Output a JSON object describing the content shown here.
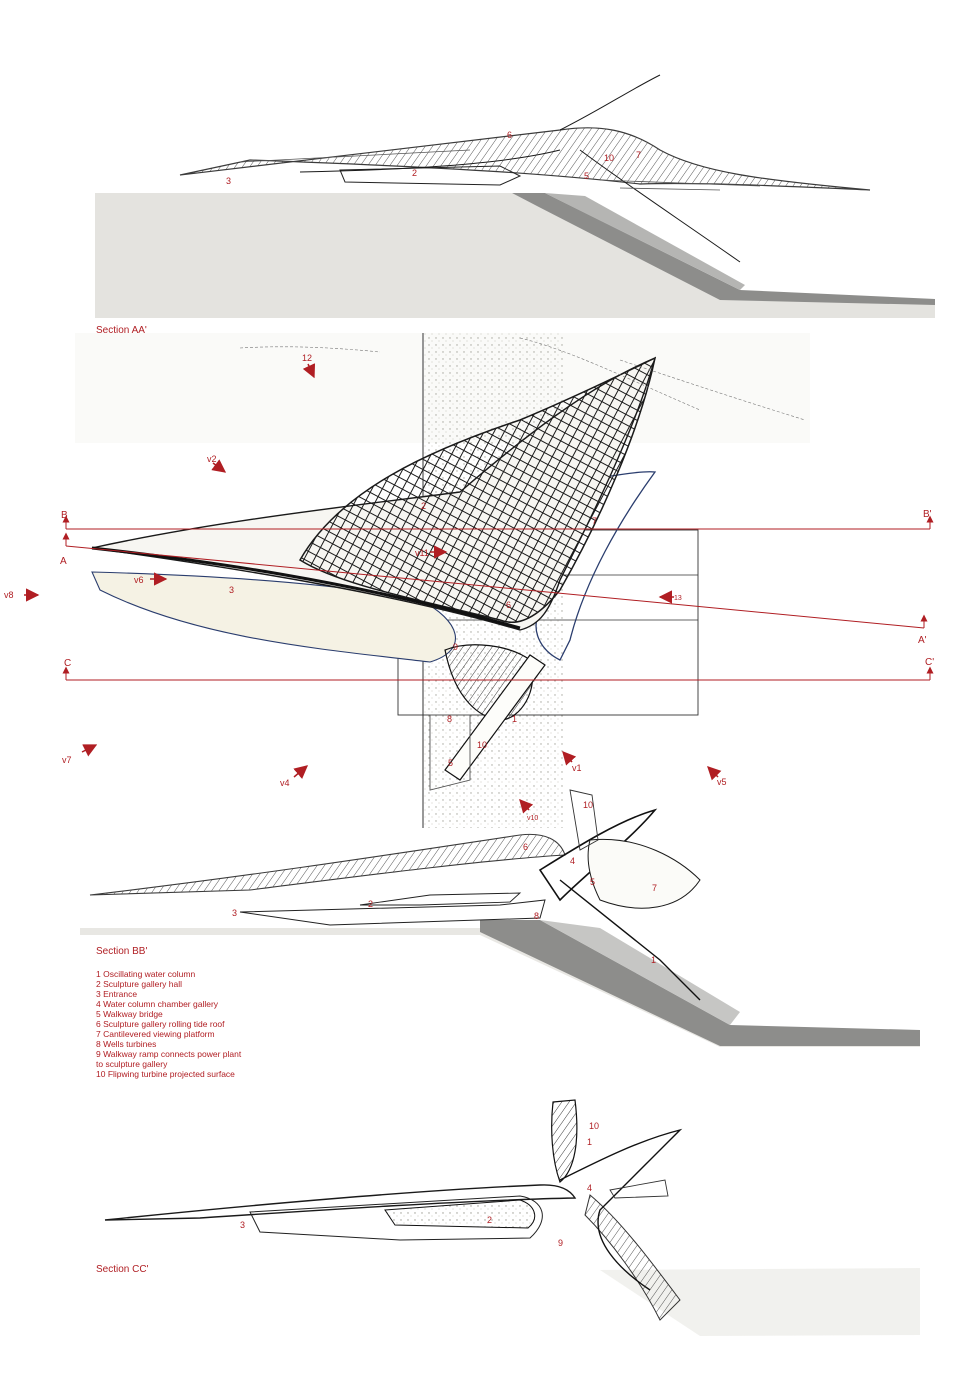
{
  "colors": {
    "accent": "#b01e23",
    "ink": "#1a1a1a",
    "ground": "#e4e3df",
    "ground_shade": "#b5b5b3",
    "ground_dark": "#8d8d8b"
  },
  "captions": {
    "aa": "Section AA'",
    "bb": "Section BB'",
    "cc": "Section CC'"
  },
  "plan_markers": {
    "A": "A",
    "A_prime": "A'",
    "B": "B",
    "B_prime": "B'",
    "C": "C",
    "C_prime": "C'"
  },
  "views": {
    "v1": "v1",
    "v2": "v2",
    "v4": "v4",
    "v5": "v5",
    "v6": "v6",
    "v7": "v7",
    "v8": "v8",
    "v10": "v10",
    "v11": "v11",
    "n12": "12",
    "n13": "13"
  },
  "numbers": {
    "n1": "1",
    "n2": "2",
    "n3": "3",
    "n4": "4",
    "n5": "5",
    "n6": "6",
    "n7": "7",
    "n8": "8",
    "n9": "9",
    "n10": "10"
  },
  "legend": [
    "1 Oscillating water column",
    "2 Sculpture gallery hall",
    "3 Entrance",
    "4 Water column chamber gallery",
    "5 Walkway bridge",
    "6 Sculpture gallery rolling tide roof",
    "7 Cantilevered viewing platform",
    "8 Wells turbines",
    "9 Walkway ramp connects power plant",
    "   to sculpture gallery",
    "10 Flipwing turbine projected surface"
  ]
}
